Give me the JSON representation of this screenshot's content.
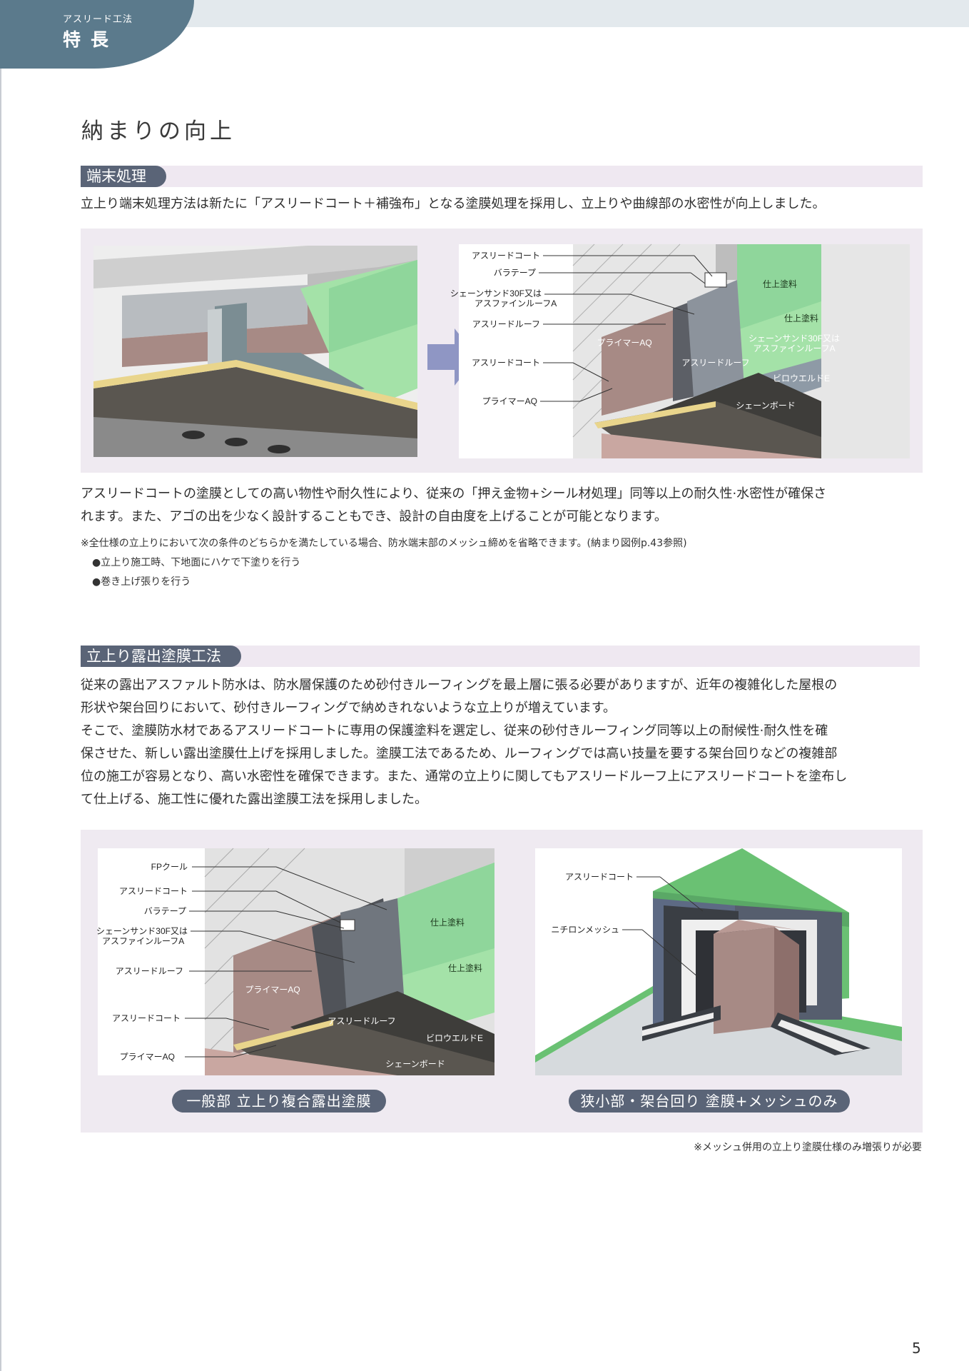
{
  "header": {
    "category": "アスリード工法",
    "section": "特長"
  },
  "page_title": "納まりの向上",
  "section1": {
    "tag": "端末処理",
    "intro": "立上り端末処理方法は新たに「アスリードコート＋補強布」となる塗膜処理を採用し、立上りや曲線部の水密性が向上しました。",
    "diagram_labels": {
      "left": [
        "アスリードコート",
        "バラテープ",
        "シェーンサンド30F又は",
        "アスファインルーフA",
        "アスリードルーフ",
        "アスリードコート",
        "プライマーAQ"
      ],
      "inside": [
        "仕上塗料",
        "仕上塗料",
        "シェーンサンド30F又は",
        "アスファインルーフA",
        "プライマーAQ",
        "アスリードルーフ",
        "ビロウエルドE",
        "シェーンボード"
      ]
    },
    "body": [
      "アスリードコートの塗膜としての高い物性や耐久性により、従来の「押え金物+シール材処理」同等以上の耐久性·水密性が確保さ",
      "れます。また、アゴの出を少なく設計することもでき、設計の自由度を上げることが可能となります。"
    ],
    "note": "※全仕様の立上りにおいて次の条件のどちらかを満たしている場合、防水端末部のメッシュ締めを省略できます。(納まり図例p.43参照)",
    "bullets": [
      "●立上り施工時、下地面にハケで下塗りを行う",
      "●巻き上げ張りを行う"
    ]
  },
  "section2": {
    "tag": "立上り露出塗膜工法",
    "body": [
      "従来の露出アスファルト防水は、防水層保護のため砂付きルーフィングを最上層に張る必要がありますが、近年の複雑化した屋根の",
      "形状や架台回りにおいて、砂付きルーフィングで納めきれないような立上りが増えています。",
      "そこで、塗膜防水材であるアスリードコートに専用の保護塗料を選定し、従来の砂付きルーフィング同等以上の耐候性·耐久性を確",
      "保させた、新しい露出塗膜仕上げを採用しました。塗膜工法であるため、ルーフィングでは高い技量を要する架台回りなどの複雑部",
      "位の施工が容易となり、高い水密性を確保できます。また、通常の立上りに関してもアスリードルーフ上にアスリードコートを塗布し",
      "て仕上げる、施工性に優れた露出塗膜工法を採用しました。"
    ],
    "diagram1": {
      "labels_left": [
        "FPクール",
        "アスリードコート",
        "バラテープ",
        "シェーンサンド30F又は",
        "アスファインルーフA",
        "アスリードルーフ",
        "アスリードコート",
        "プライマーAQ"
      ],
      "labels_inside": [
        "仕上塗料",
        "仕上塗料",
        "プライマーAQ",
        "アスリードルーフ",
        "ビロウエルドE",
        "シェーンボード"
      ],
      "caption": "一般部 立上り複合露出塗膜"
    },
    "diagram2": {
      "labels": [
        "アスリードコート",
        "ニチロンメッシュ"
      ],
      "caption": "狭小部・架台回り 塗膜+メッシュのみ"
    },
    "footnote": "※メッシュ併用の立上り塗膜仕様のみ増張りが必要"
  },
  "page_number": "5"
}
